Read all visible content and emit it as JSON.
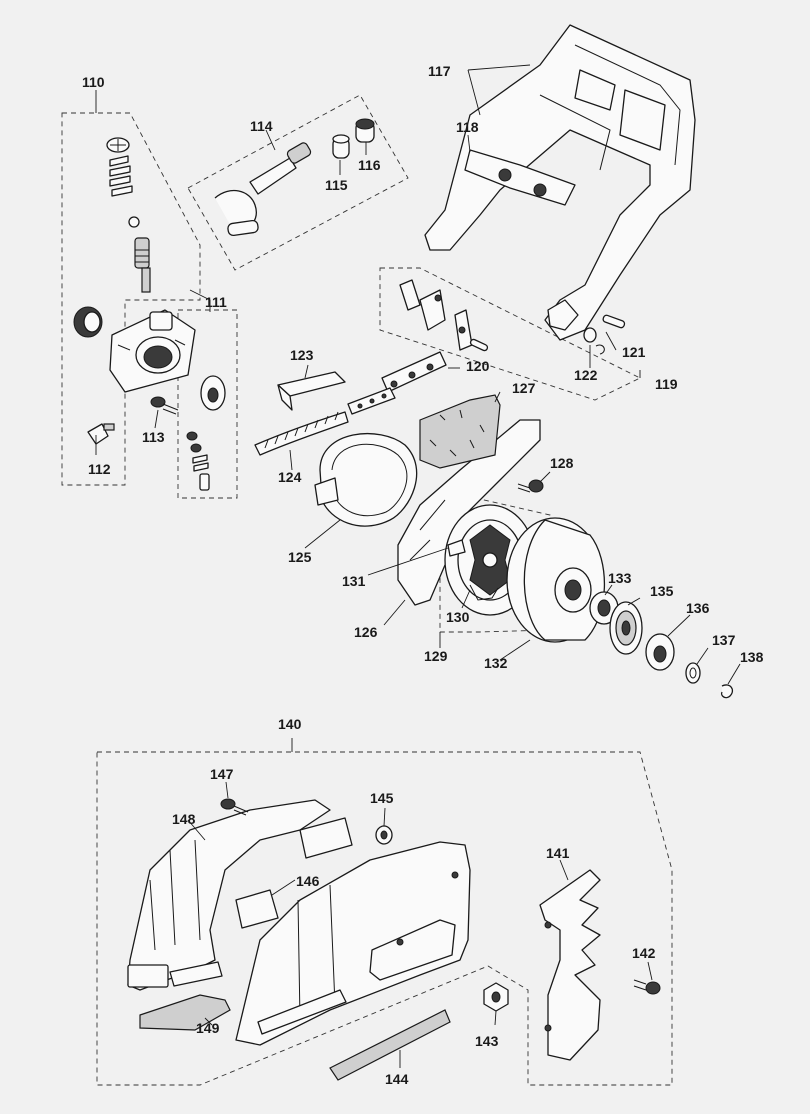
{
  "diagram": {
    "callouts": {
      "c110": "110",
      "c111": "111",
      "c112": "112",
      "c113": "113",
      "c114": "114",
      "c115": "115",
      "c116": "116",
      "c117": "117",
      "c118": "118",
      "c119": "119",
      "c120": "120",
      "c121": "121",
      "c122": "122",
      "c123": "123",
      "c124": "124",
      "c125": "125",
      "c126": "126",
      "c127": "127",
      "c128": "128",
      "c129": "129",
      "c130": "130",
      "c131": "131",
      "c132": "132",
      "c133": "133",
      "c135": "135",
      "c136": "136",
      "c137": "137",
      "c138": "138",
      "c140": "140",
      "c141": "141",
      "c142": "142",
      "c143": "143",
      "c144": "144",
      "c145": "145",
      "c146": "146",
      "c147": "147",
      "c148": "148",
      "c149": "149"
    },
    "colors": {
      "background": "#f1f1f1",
      "ink": "#1a1a1a"
    }
  }
}
